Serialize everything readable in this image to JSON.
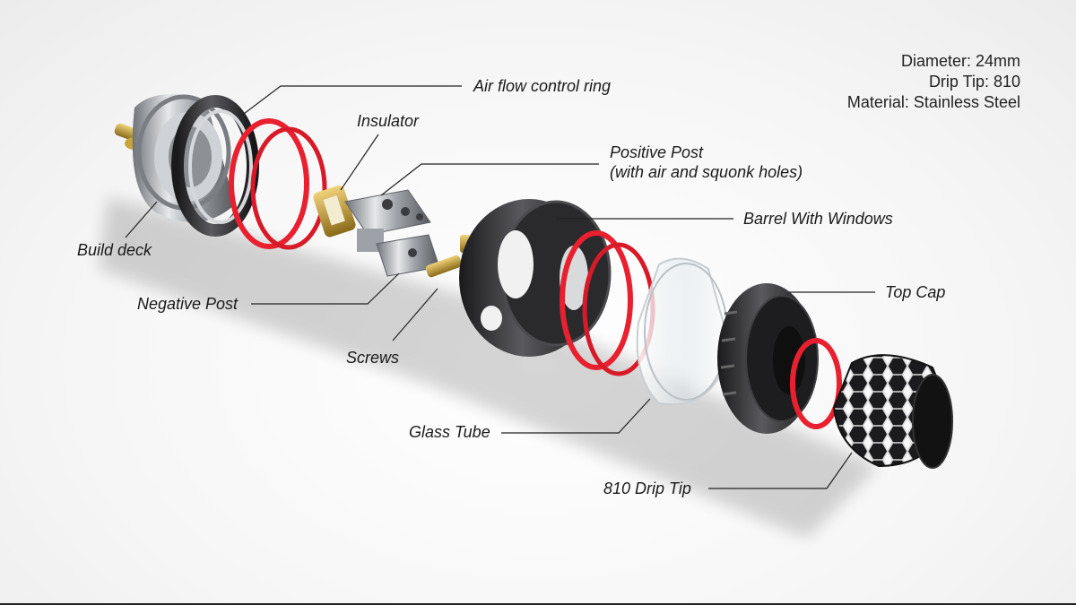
{
  "specs": {
    "diameter": "Diameter: 24mm",
    "drip_tip": "Drip Tip: 810",
    "material": "Material: Stainless Steel"
  },
  "labels": {
    "air_flow_ring": "Air flow control ring",
    "insulator": "Insulator",
    "positive_post_line1": "Positive Post",
    "positive_post_line2": "(with air and squonk holes)",
    "barrel": "Barrel With Windows",
    "build_deck": "Build deck",
    "top_cap": "Top Cap",
    "negative_post": "Negative Post",
    "screws": "Screws",
    "glass_tube": "Glass Tube",
    "drip_tip": "810 Drip Tip"
  },
  "colors": {
    "oring_red": "#e8202f",
    "steel": "#b8bcc2",
    "black_metal": "#2a2a2c",
    "brass": "#c9a43a",
    "glass": "#dfe8ee"
  }
}
